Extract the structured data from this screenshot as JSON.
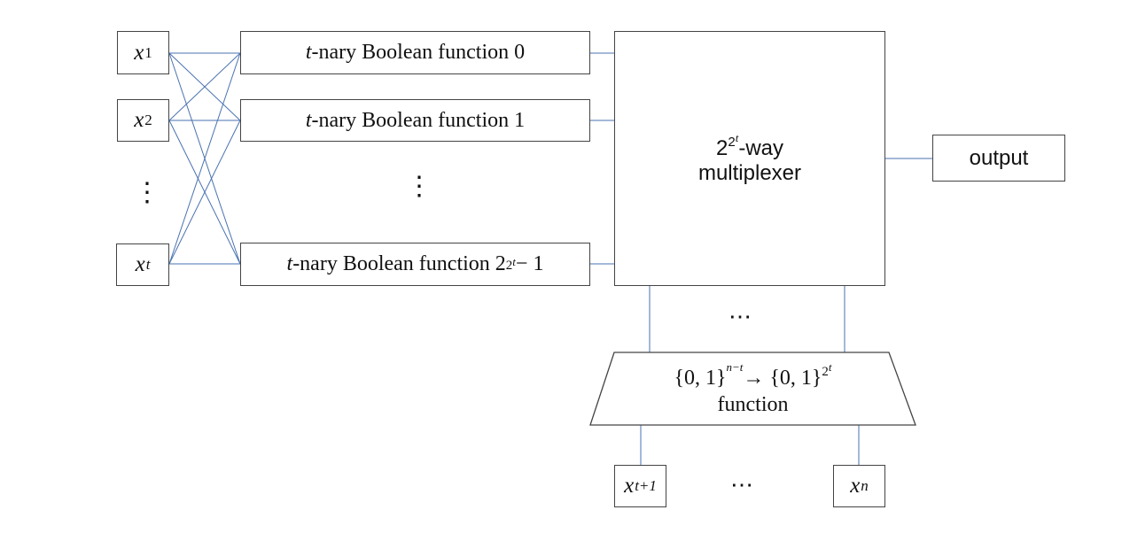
{
  "colors": {
    "wire": "#4a72b0",
    "border": "#444444"
  },
  "inputs": [
    {
      "var": "x",
      "sub": "1"
    },
    {
      "var": "x",
      "sub": "2"
    },
    {
      "var": "x",
      "sub": "t",
      "sub_italic": true
    }
  ],
  "inputs_ellipsis": "⋮",
  "functions": [
    {
      "prefix": "t",
      "label": "-nary Boolean function 0"
    },
    {
      "prefix": "t",
      "label": "-nary Boolean function 1"
    },
    {
      "prefix": "t",
      "label": "-nary Boolean function 2",
      "sup_base": "2",
      "sup_exp": "t",
      "suffix": " − 1"
    }
  ],
  "functions_ellipsis": "⋮",
  "multiplexer": {
    "base": "2",
    "sup_base": "2",
    "sup_exp": "t",
    "line1_suffix": "-way",
    "line2": "multiplexer"
  },
  "mux_ellipsis": "⋯",
  "output": {
    "label": "output"
  },
  "selector": {
    "line1_left": "{0, 1}",
    "exp1": "n−t",
    "arrow": "→ {0, 1}",
    "exp2_base": "2",
    "exp2_exp": "t",
    "line2": "function"
  },
  "bottom_inputs": [
    {
      "var": "x",
      "sub": "t+1"
    },
    {
      "var": "x",
      "sub": "n"
    }
  ],
  "bottom_ellipsis": "⋯"
}
